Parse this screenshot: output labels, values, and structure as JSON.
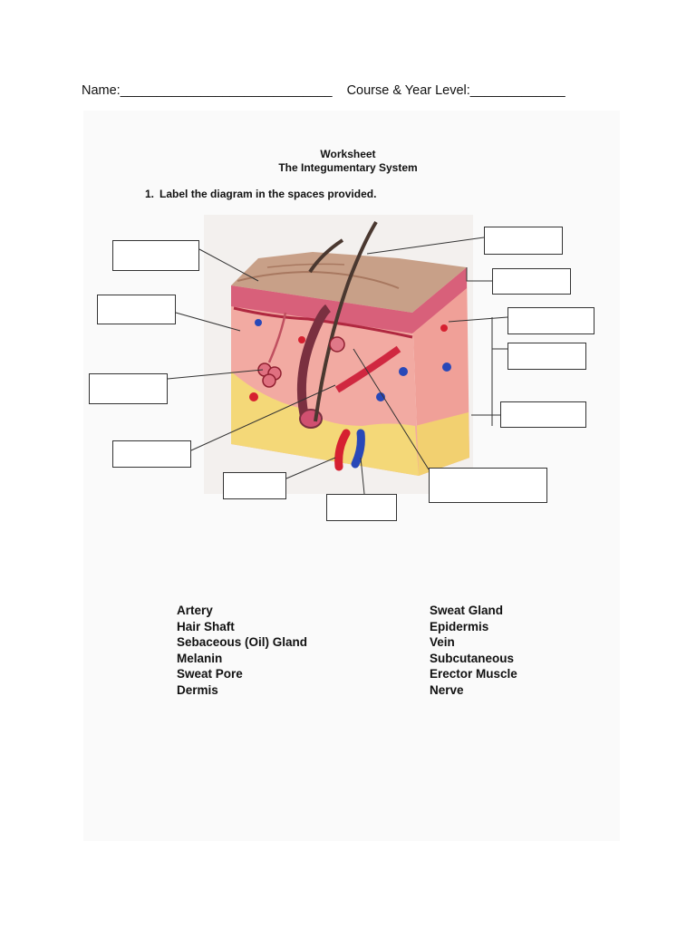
{
  "header": {
    "name_label": "Name:_____________________________",
    "course_label": "Course & Year Level:_____________"
  },
  "worksheet": {
    "title": "Worksheet",
    "subtitle": "The Integumentary System",
    "instruction_number": "1.",
    "instruction_text": "Label the diagram in the spaces provided."
  },
  "word_bank": {
    "left": [
      "Artery",
      "Hair Shaft",
      "Sebaceous (Oil) Gland",
      "Melanin",
      "Sweat Pore",
      "Dermis"
    ],
    "right": [
      "Sweat Gland",
      "Epidermis",
      "Vein",
      "Subcutaneous",
      "Erector Muscle",
      "Nerve"
    ]
  },
  "colors": {
    "epidermis": "#c8a088",
    "dermis": "#f2a8a0",
    "subcutaneous": "#f4d878",
    "artery": "#d62030",
    "vein": "#2848b8"
  }
}
